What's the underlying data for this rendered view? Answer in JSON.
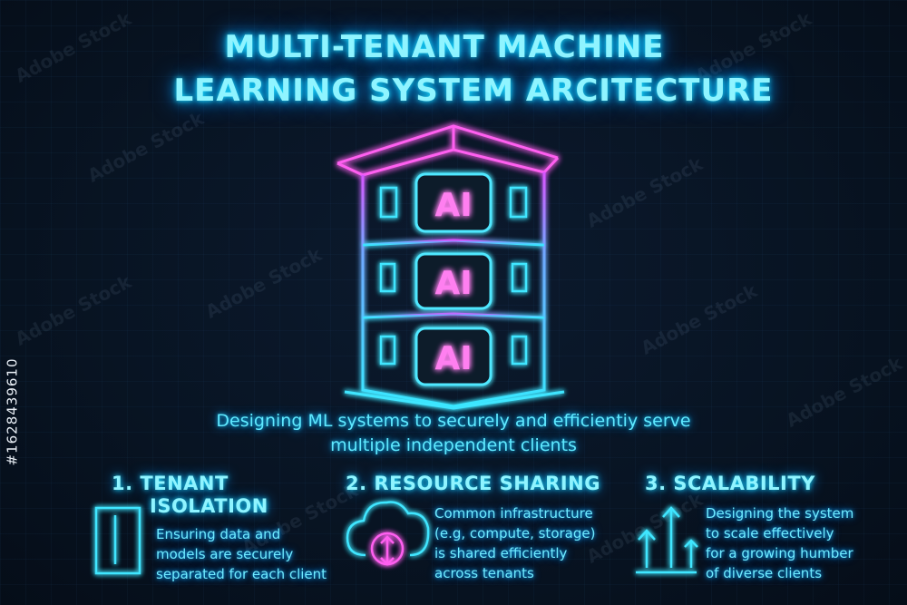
{
  "title": {
    "line1": "MULTI-TENANT MACHINE",
    "line2": "LEARNING SYSTEM ARCITECTURE"
  },
  "building": {
    "floor_labels": [
      "AI",
      "AI",
      "AI"
    ]
  },
  "subtitle": {
    "line1": "Designing ML systems to securely and efficientiy serve",
    "line2": "multiple independent clients"
  },
  "features": [
    {
      "title_line1": "1. TENANT",
      "title_line2": "ISOLATION",
      "icon": "door-icon",
      "desc": [
        "Ensuring data and",
        "models are securely",
        "separated for each  client"
      ]
    },
    {
      "title_line1": "2. RESOURCE SHARING",
      "icon": "cloud-sync-icon",
      "desc": [
        "Common infrastructure",
        "(e.g, compute, storage)",
        "is shared efficiently",
        "across tenants"
      ]
    },
    {
      "title_line1": "3. SCALABILITY",
      "icon": "scale-up-arrows-icon",
      "desc": [
        "Designing the system",
        "to scale effectively",
        "for a growing humber",
        "of diverse clients"
      ]
    }
  ],
  "watermark": {
    "text": "Adobe Stock",
    "id": "#1628439610"
  },
  "colors": {
    "cyan_glow": "#5fe9ff",
    "magenta_glow": "#ff4fe0",
    "background": "#081423"
  }
}
